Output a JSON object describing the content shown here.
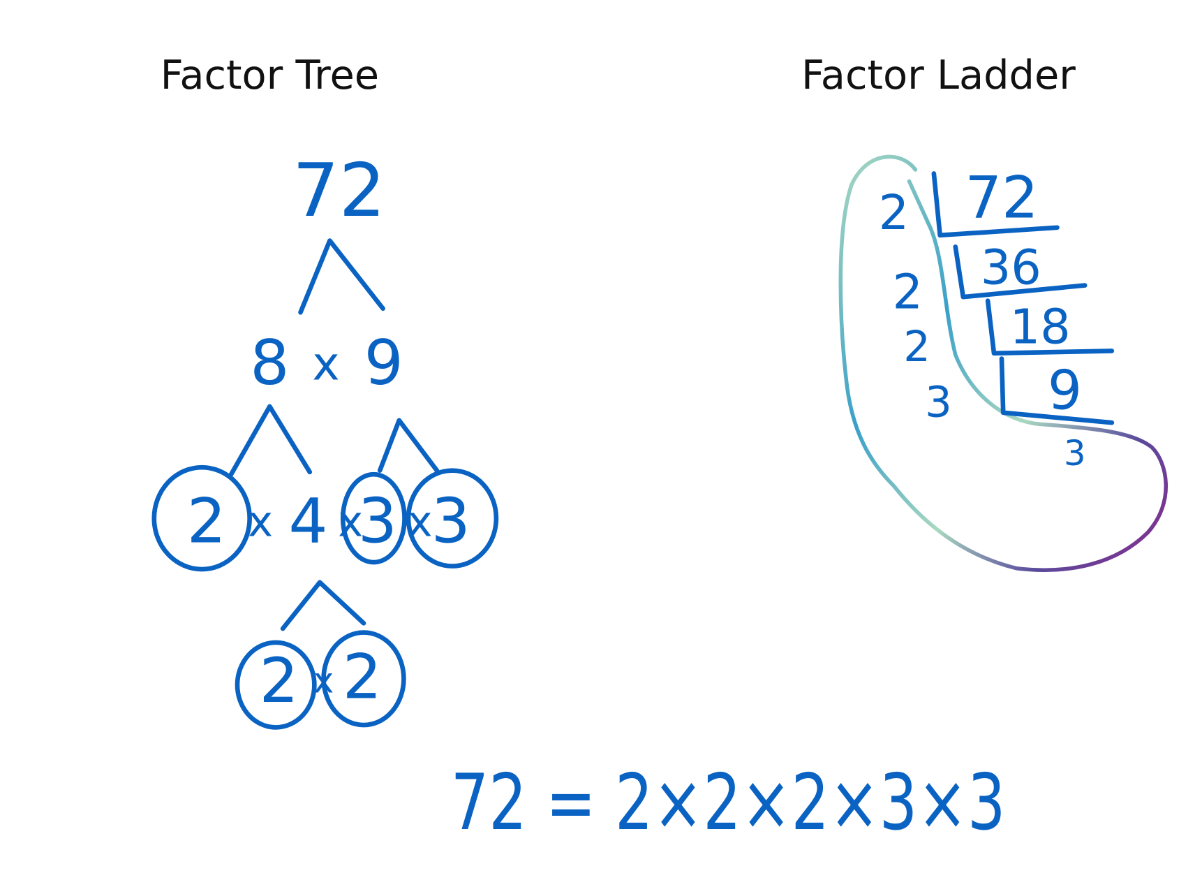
{
  "titles": {
    "tree": "Factor Tree",
    "ladder": "Factor Ladder"
  },
  "tree": {
    "root": "72",
    "level1": {
      "left": "8",
      "op": "x",
      "right": "9"
    },
    "level2": {
      "a": "2",
      "op1": "x",
      "b": "4",
      "op2": "x",
      "c": "3",
      "op3": "x",
      "d": "3"
    },
    "level3": {
      "a": "2",
      "op": "x",
      "b": "2"
    }
  },
  "ladder": {
    "dividends": [
      "72",
      "36",
      "18",
      "9"
    ],
    "divisors": [
      "2",
      "2",
      "2",
      "3"
    ],
    "quotient": "3"
  },
  "equation": "72 = 2×2×2×3×3",
  "colors": {
    "ink": "#0a63c2",
    "title": "#111111",
    "loop_start": "#a9d8c0",
    "loop_mid": "#3aa0c8",
    "loop_end": "#8a2a8c"
  }
}
